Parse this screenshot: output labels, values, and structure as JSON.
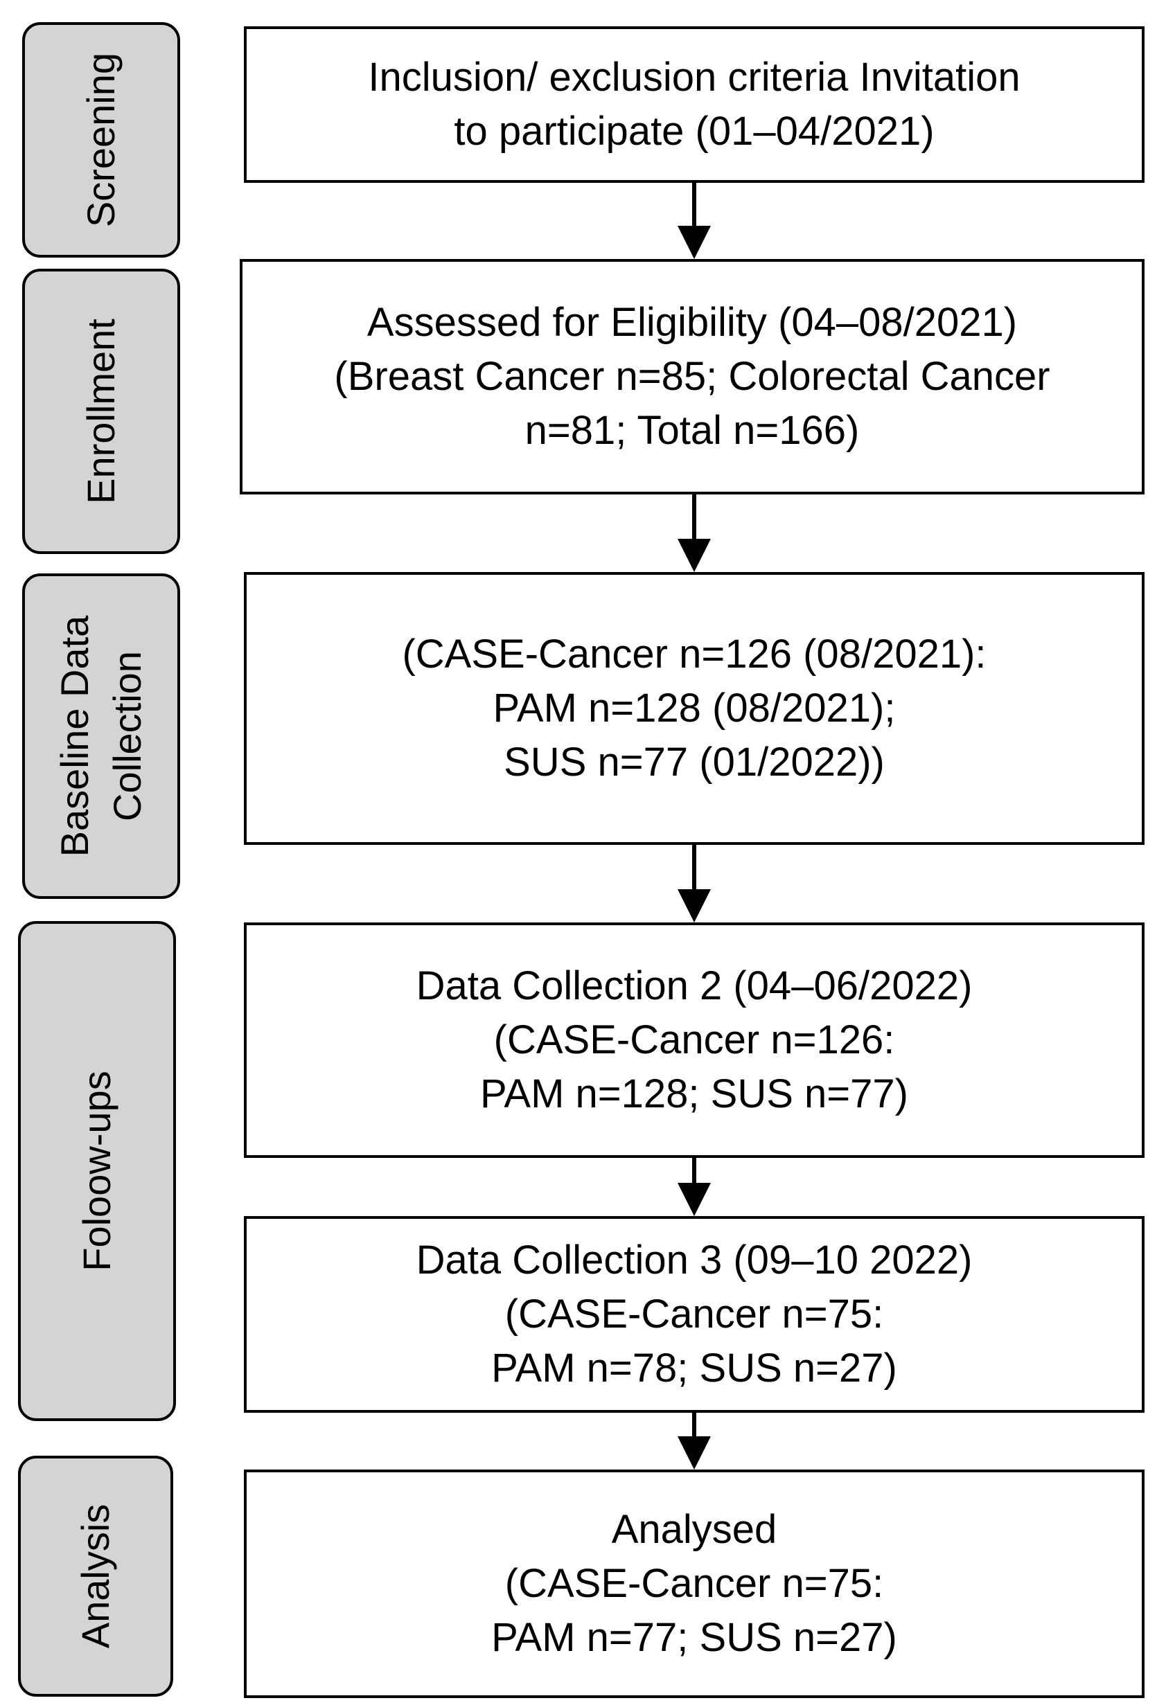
{
  "phases": {
    "screening": "Screening",
    "enrollment": "Enrollment",
    "baseline_line1": "Baseline Data",
    "baseline_line2": "Collection",
    "followups": "Foloow-ups",
    "analysis": "Analysis"
  },
  "boxes": {
    "screening": [
      "Inclusion/ exclusion criteria Invitation",
      "to participate (01–04/2021)"
    ],
    "eligibility": [
      "Assessed for Eligibility (04–08/2021)",
      "(Breast Cancer n=85; Colorectal Cancer",
      "n=81; Total n=166)"
    ],
    "baseline": [
      "(CASE-Cancer n=126 (08/2021):",
      "PAM n=128 (08/2021);",
      "SUS n=77 (01/2022))"
    ],
    "collection2": [
      "Data Collection 2 (04–06/2022)",
      "(CASE-Cancer n=126:",
      "PAM n=128; SUS n=77)"
    ],
    "collection3": [
      "Data Collection 3 (09–10 2022)",
      "(CASE-Cancer n=75:",
      "PAM n=78; SUS n=27)"
    ],
    "analysed": [
      "Analysed",
      "(CASE-Cancer n=75:",
      "PAM n=77; SUS n=27)"
    ]
  },
  "colors": {
    "phase_fill": "#d4d4d4",
    "stroke": "#000000",
    "box_fill": "#ffffff"
  }
}
